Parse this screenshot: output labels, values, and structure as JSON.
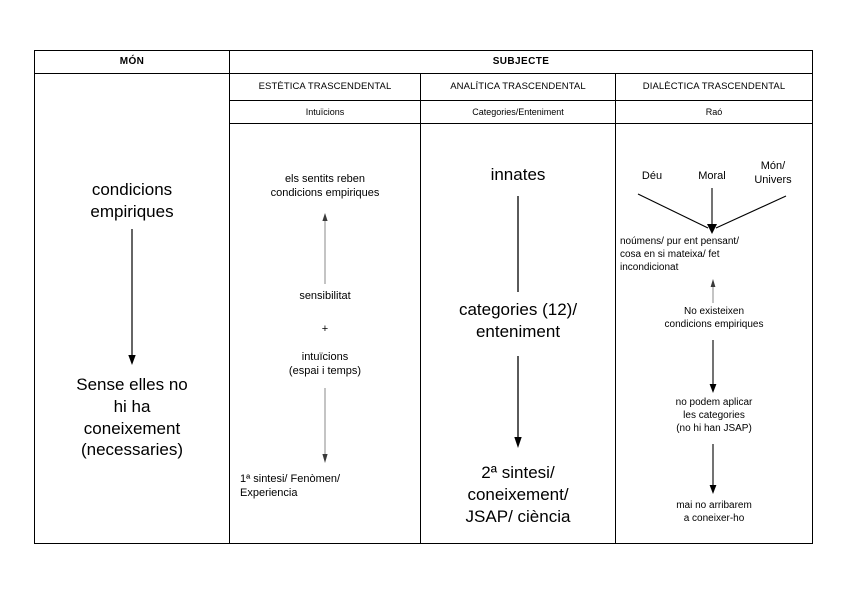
{
  "diagram": {
    "title_row": {
      "mon": "MÓN",
      "subjecte": "SUBJECTE"
    },
    "columns": [
      {
        "id": "mon",
        "heading": "MÓN",
        "sub_heading": "",
        "sub_sub_heading": ""
      },
      {
        "id": "estetica",
        "heading": "ESTÈTICA TRASCENDENTAL",
        "sub_heading": "Intuïcions"
      },
      {
        "id": "analitica",
        "heading": "ANALÍTICA TRASCENDENTAL",
        "sub_heading": "Categories/Enteniment"
      },
      {
        "id": "dialectica",
        "heading": "DIALÈCTICA TRASCENDENTAL",
        "sub_heading": "Raó"
      }
    ],
    "col1_nodes": {
      "top": "condicions\nempiriques",
      "bottom": "Sense elles no\nhi ha\nconeixement\n(necessaries)"
    },
    "col2_nodes": {
      "n1": "els sentits reben\ncondicions empiriques",
      "n2": "sensibilitat",
      "plus": "+",
      "n3": "intuïcions\n(espai i temps)",
      "n4": "1ª sintesi/ Fenòmen/\nExperiencia"
    },
    "col3_nodes": {
      "n1": "innates",
      "n2": "categories (12)/\nenteniment",
      "n3": "2ª sintesi/\nconeixement/\nJSAP/ ciència"
    },
    "col4_nodes": {
      "deu": "Déu",
      "moral": "Moral",
      "mon_univers": "Món/\nUnivers",
      "n1": "noúmens/ pur ent pensant/\ncosa en si mateixa/ fet\nincondicionat",
      "n2": "No existeixen\ncondicions empiriques",
      "n3": "no podem aplicar\nles categories\n(no hi han JSAP)",
      "n4": "mai no arribarem\na coneixer-ho"
    },
    "style": {
      "border_color": "#000000",
      "text_color": "#000000",
      "background": "#ffffff"
    }
  }
}
